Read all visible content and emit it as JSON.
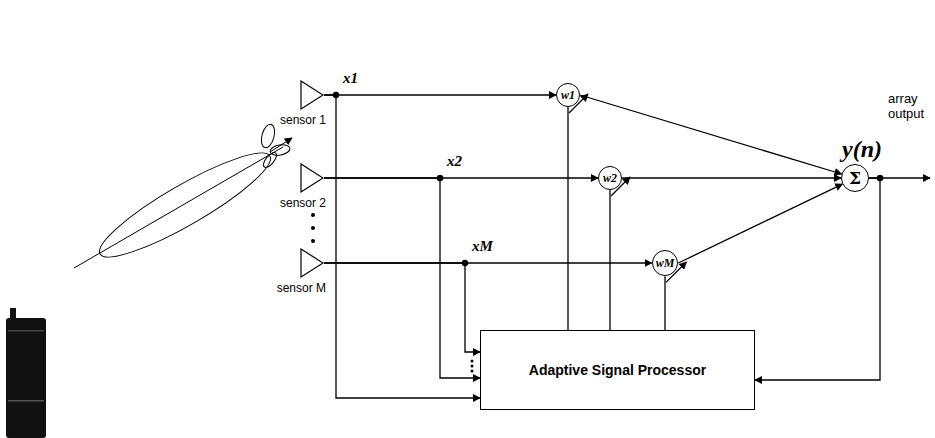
{
  "diagram": {
    "nodes": [
      {
        "text": [
          "sensor 1"
        ]
      },
      {
        "text": [
          "sensor 2"
        ]
      },
      {
        "text": [
          "sensor M"
        ]
      },
      {
        "text": [
          "w1"
        ]
      },
      {
        "text": [
          "w2"
        ]
      },
      {
        "text": [
          "wM"
        ]
      },
      {
        "text": [
          "Σ"
        ]
      },
      {
        "text": [
          "Adaptive Signal Processor"
        ]
      }
    ],
    "edges": [
      {
        "from": 0,
        "to": 3,
        "arrow": "to"
      },
      {
        "from": 1,
        "to": 4,
        "arrow": "to"
      },
      {
        "from": 2,
        "to": 5,
        "arrow": "to"
      },
      {
        "from": 3,
        "to": 6,
        "arrow": "to"
      },
      {
        "from": 4,
        "to": 6,
        "arrow": "to"
      },
      {
        "from": 5,
        "to": 6,
        "arrow": "to"
      },
      {
        "from": 0,
        "to": 7,
        "arrow": "to"
      },
      {
        "from": 1,
        "to": 7,
        "arrow": "to"
      },
      {
        "from": 2,
        "to": 7,
        "arrow": "to"
      },
      {
        "from": 7,
        "to": 3,
        "arrow": "none"
      },
      {
        "from": 7,
        "to": 4,
        "arrow": "none"
      },
      {
        "from": 7,
        "to": 5,
        "arrow": "none"
      },
      {
        "from": 6,
        "to": 7,
        "arrow": "to"
      }
    ],
    "labels": [
      "x1",
      "x2",
      "xM",
      "y(n)",
      "array output"
    ]
  }
}
